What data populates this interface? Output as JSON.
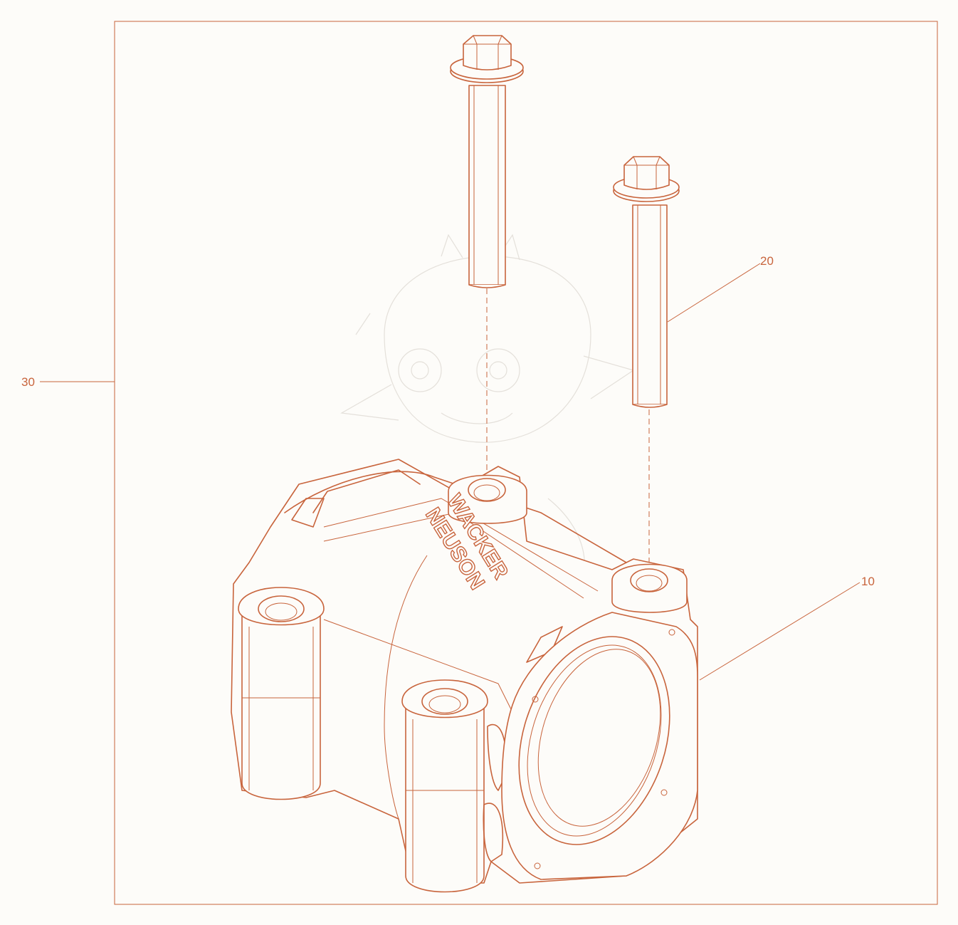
{
  "diagram": {
    "callouts": [
      {
        "id": "body",
        "label": "10"
      },
      {
        "id": "bolt",
        "label": "20"
      },
      {
        "id": "kit",
        "label": "30"
      }
    ],
    "brand_marking": [
      "WACKER",
      "NEUSON"
    ],
    "colors": {
      "ink": "#c8643c",
      "background": "#fdfcf9",
      "watermark": "#e4e0da"
    }
  }
}
